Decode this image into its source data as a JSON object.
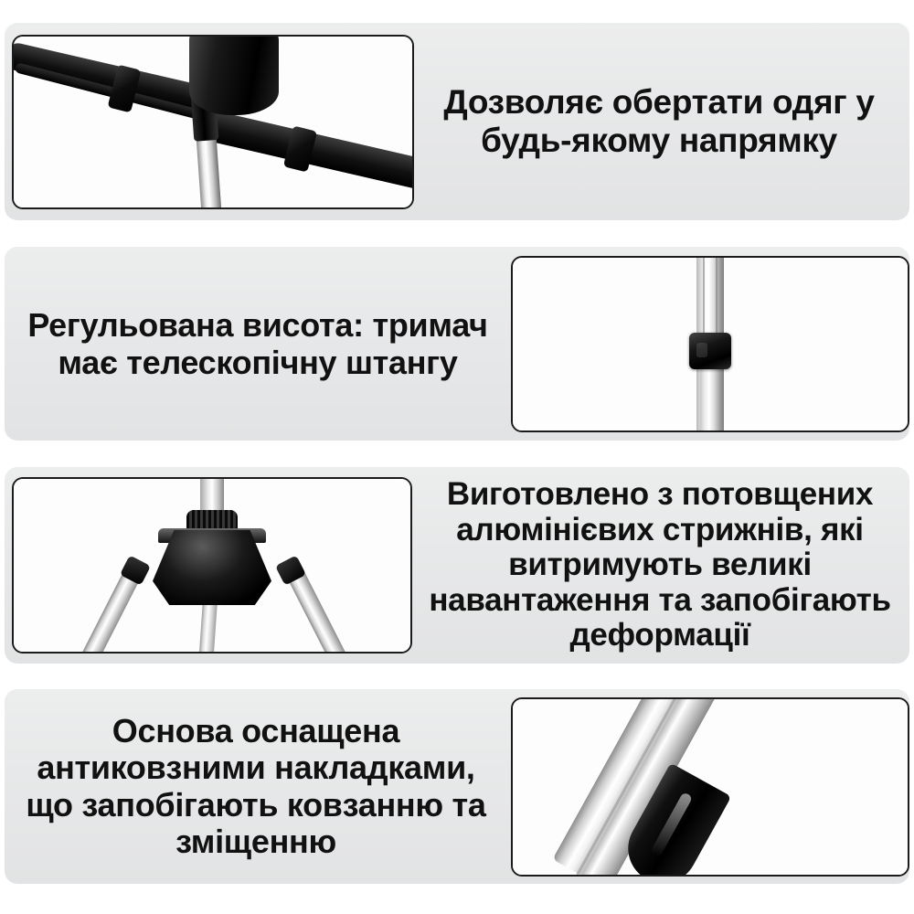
{
  "page": {
    "background": "#ffffff",
    "panel_background": "#e7e8e9",
    "text_color": "#111111",
    "card_border_color": "#1b1b1b"
  },
  "panels": [
    {
      "id": "panel-rotation",
      "layout": "image-left",
      "caption": "Дозволяє обертати одяг у будь-якому напрямку",
      "image_alt": "hanger-head-swivel-photo"
    },
    {
      "id": "panel-adjustable-height",
      "layout": "image-right",
      "caption": "Регульована висота: тримач має телескопічну штангу",
      "image_alt": "telescopic-pole-lock-photo"
    },
    {
      "id": "panel-aluminium-rods",
      "layout": "image-left",
      "caption": "Виготовлено з потовщених алюмінієвих стрижнів, які витримують великі навантаження та запобігають деформації",
      "image_alt": "tripod-base-hub-photo"
    },
    {
      "id": "panel-anti-slip-base",
      "layout": "image-right",
      "caption": "Основа оснащена антиковзними накладками, що запобігають ковзанню та зміщенню",
      "image_alt": "rubber-foot-cap-photo"
    }
  ]
}
